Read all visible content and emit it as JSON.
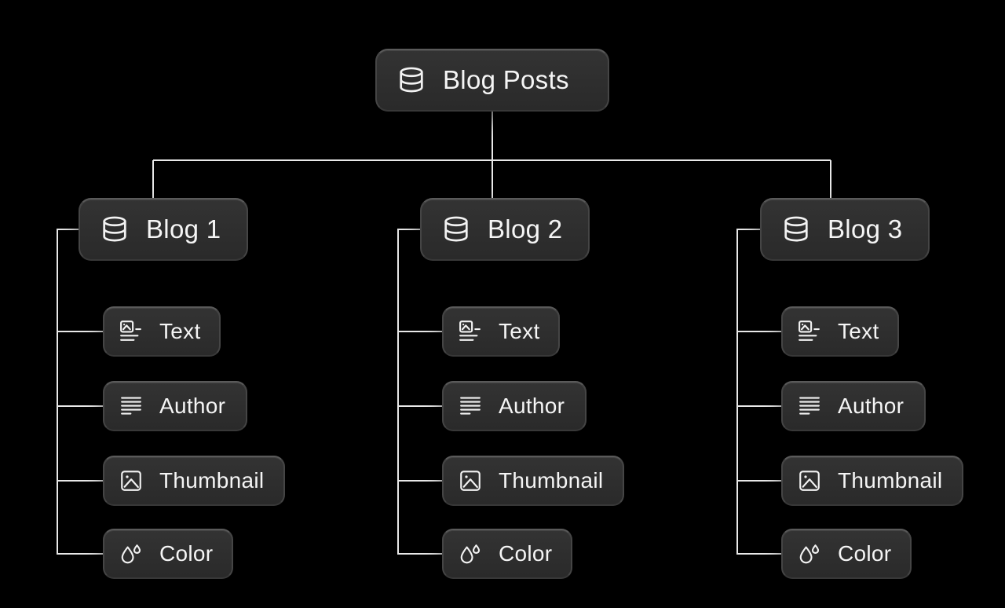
{
  "colors": {
    "background": "#000000",
    "node_fill": "#2e2e2e",
    "node_border": "#4a4a4a",
    "connector": "#e9e9e9",
    "text": "#f5f5f5"
  },
  "root": {
    "label": "Blog Posts",
    "icon": "database-icon"
  },
  "columns": [
    {
      "blog": {
        "label": "Blog 1",
        "icon": "database-icon"
      },
      "fields": [
        {
          "label": "Text",
          "icon": "rich-text-icon"
        },
        {
          "label": "Author",
          "icon": "text-lines-icon"
        },
        {
          "label": "Thumbnail",
          "icon": "image-icon"
        },
        {
          "label": "Color",
          "icon": "water-drop-icon"
        }
      ]
    },
    {
      "blog": {
        "label": "Blog 2",
        "icon": "database-icon"
      },
      "fields": [
        {
          "label": "Text",
          "icon": "rich-text-icon"
        },
        {
          "label": "Author",
          "icon": "text-lines-icon"
        },
        {
          "label": "Thumbnail",
          "icon": "image-icon"
        },
        {
          "label": "Color",
          "icon": "water-drop-icon"
        }
      ]
    },
    {
      "blog": {
        "label": "Blog 3",
        "icon": "database-icon"
      },
      "fields": [
        {
          "label": "Text",
          "icon": "rich-text-icon"
        },
        {
          "label": "Author",
          "icon": "text-lines-icon"
        },
        {
          "label": "Thumbnail",
          "icon": "image-icon"
        },
        {
          "label": "Color",
          "icon": "water-drop-icon"
        }
      ]
    }
  ]
}
